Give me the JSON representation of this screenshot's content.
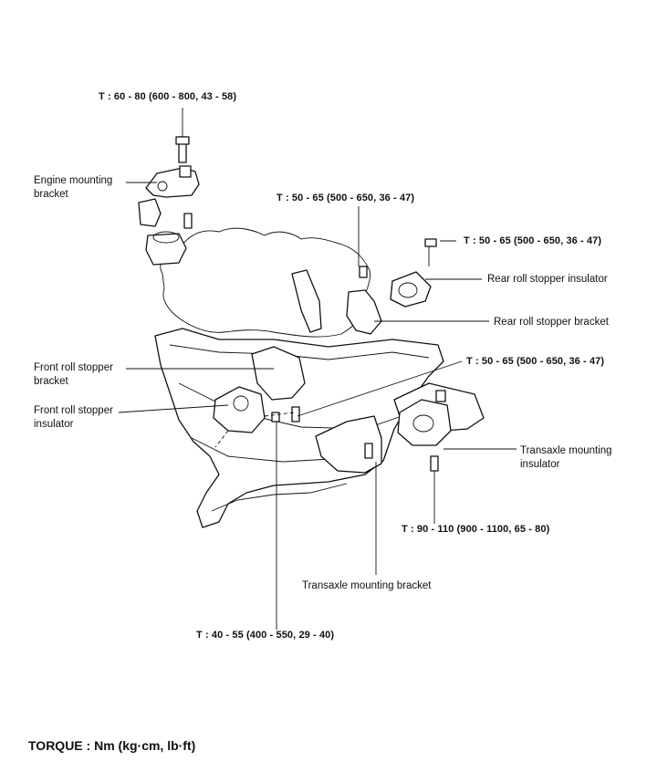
{
  "torques": {
    "engine_bracket": "T : 60 - 80 (600 - 800, 43 - 58)",
    "rear_bracket": "T : 50 - 65 (500 - 650, 36 - 47)",
    "rear_insulator": "T : 50 - 65 (500 - 650, 36 - 47)",
    "mid_right": "T : 50 - 65 (500 - 650, 36 - 47)",
    "transaxle_insulator": "T : 90 - 110 (900 - 1100, 65 - 80)",
    "front_insulator": "T : 40 - 55 (400 - 550, 29 - 40)"
  },
  "labels": {
    "engine_mounting_bracket": "Engine mounting\nbracket",
    "rear_roll_stopper_insulator": "Rear roll stopper insulator",
    "rear_roll_stopper_bracket": "Rear roll stopper bracket",
    "front_roll_stopper_bracket": "Front roll stopper\nbracket",
    "front_roll_stopper_insulator": "Front roll stopper\ninsulator",
    "transaxle_mounting_insulator": "Transaxle mounting\ninsulator",
    "transaxle_mounting_bracket": "Transaxle mounting bracket"
  },
  "footer": {
    "torque_note": "TORQUE : Nm (kg·cm, lb·ft)"
  }
}
